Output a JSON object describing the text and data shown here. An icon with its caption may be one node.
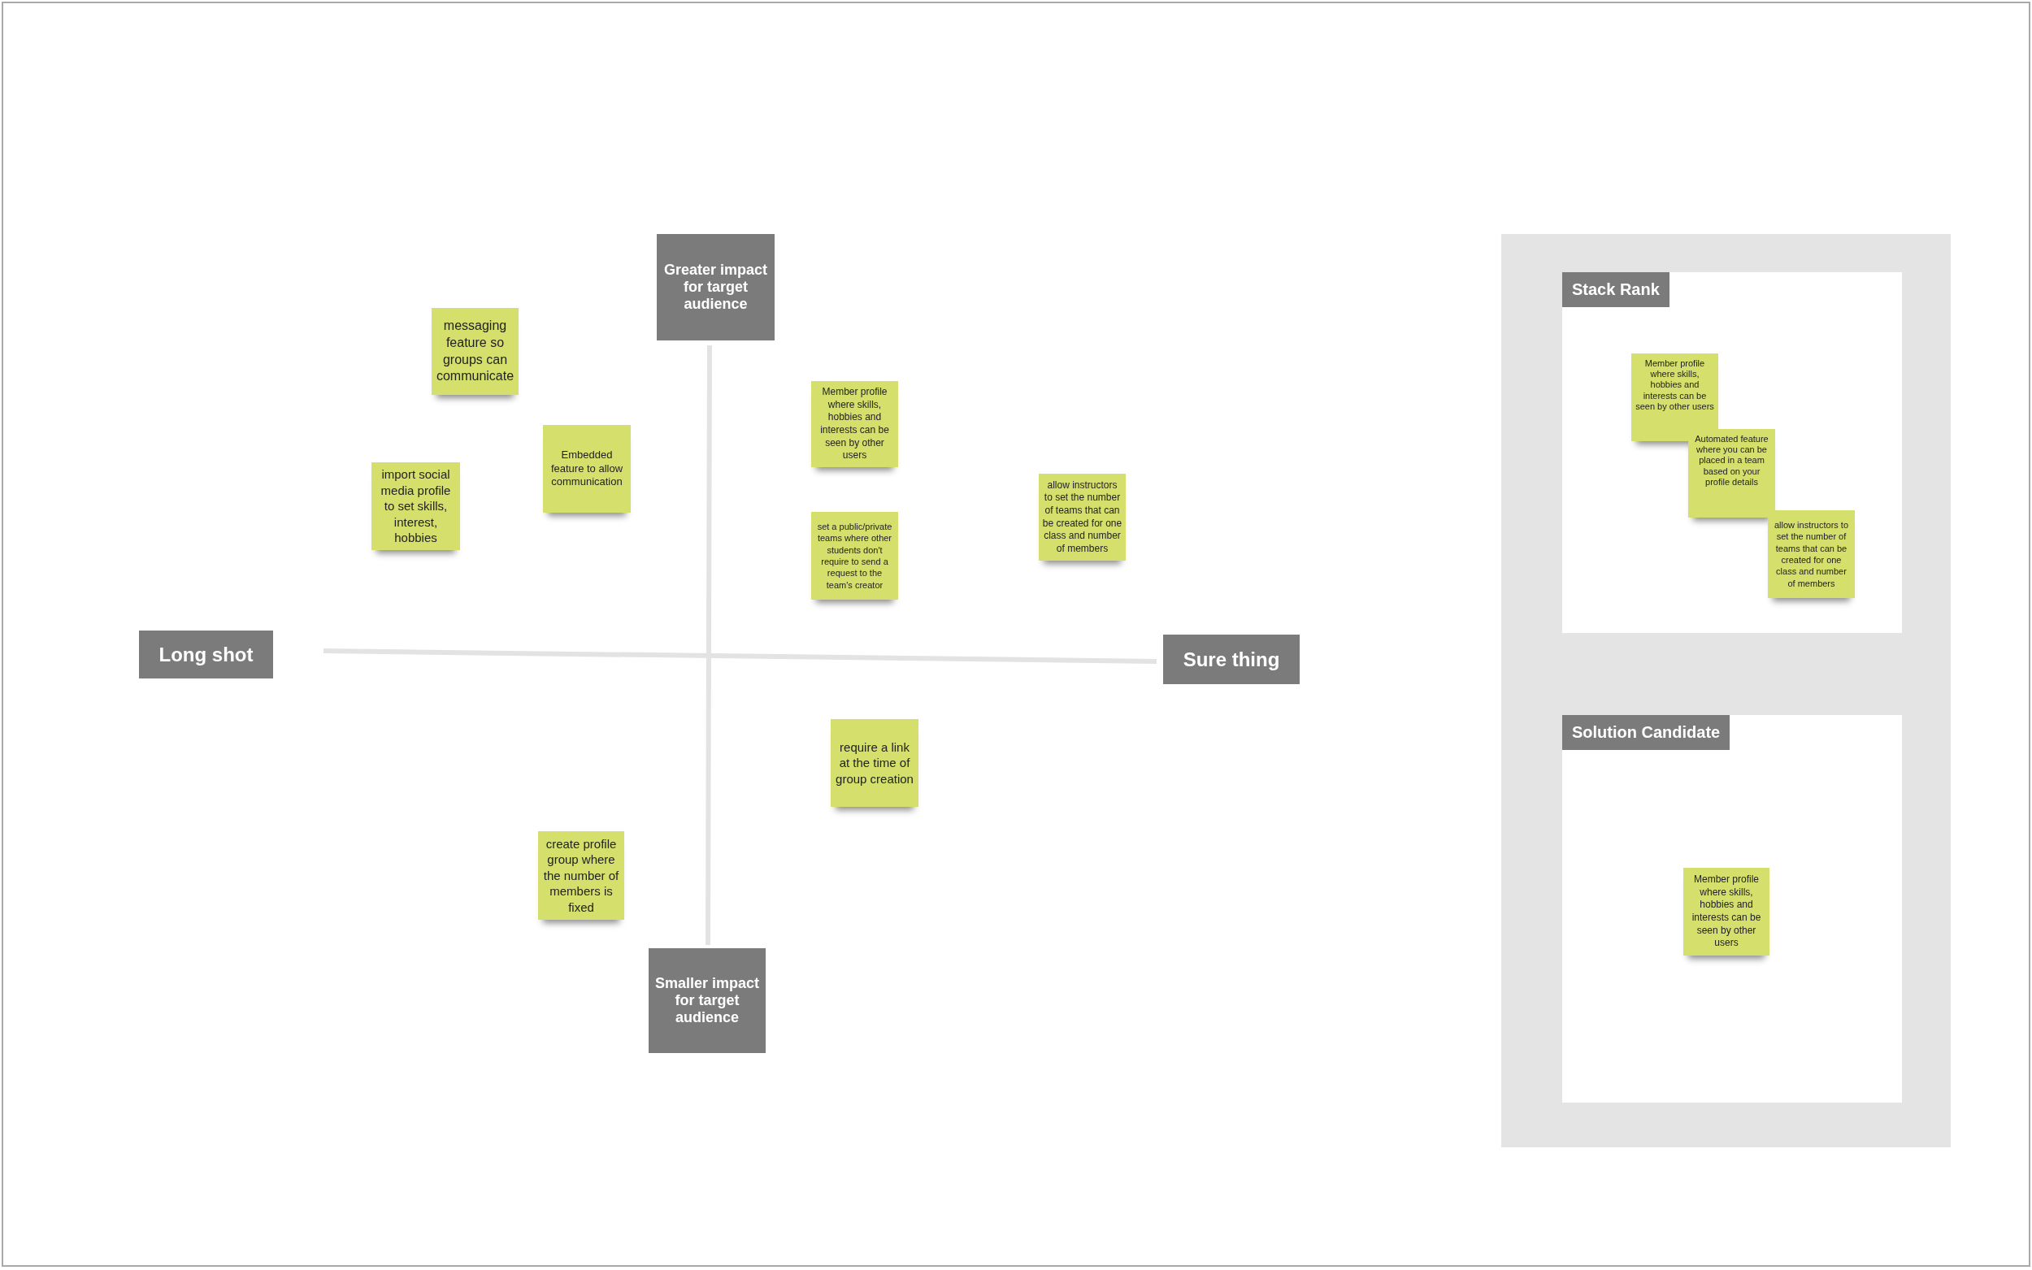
{
  "diagram": {
    "nodes": [
      {
        "text": [
          "Greater impact for target audience"
        ]
      },
      {
        "text": [
          "Long shot"
        ]
      },
      {
        "text": [
          "Sure thing"
        ]
      },
      {
        "text": [
          "Smaller impact for target audience"
        ]
      },
      {
        "text": [
          "messaging feature so groups can communicate"
        ]
      },
      {
        "text": [
          "Embedded feature to allow communication"
        ]
      },
      {
        "text": [
          "import social media profile to set skills, interest, hobbies"
        ]
      },
      {
        "text": [
          "Member profile where skills, hobbies and interests can be seen by other users"
        ]
      },
      {
        "text": [
          "set a public/private teams where other students don't require to send a request to the team's creator"
        ]
      },
      {
        "text": [
          "allow instructors to set the number of teams that can be created for one class and number of members"
        ]
      },
      {
        "text": [
          "require a link at the time of group creation"
        ]
      },
      {
        "text": [
          "create profile group where the number of members is fixed"
        ]
      },
      {
        "text": [],
        "shape": "box"
      },
      {
        "text": [
          "Stack Rank"
        ],
        "in": 12
      },
      {
        "text": [
          "Member profile where skills, hobbies and interests can be seen by other users"
        ],
        "in": 13
      },
      {
        "text": [
          "Automated feature where you can be placed in a team based on your profile details"
        ],
        "in": 13
      },
      {
        "text": [
          "allow instructors to set the number of teams that can be created for one class and number of members"
        ],
        "in": 13
      },
      {
        "text": [
          "Solution Candidate"
        ],
        "in": 12
      },
      {
        "text": [
          "Member profile where skills, hobbies and interests can be seen by other users"
        ],
        "in": 17
      }
    ],
    "edges": []
  }
}
